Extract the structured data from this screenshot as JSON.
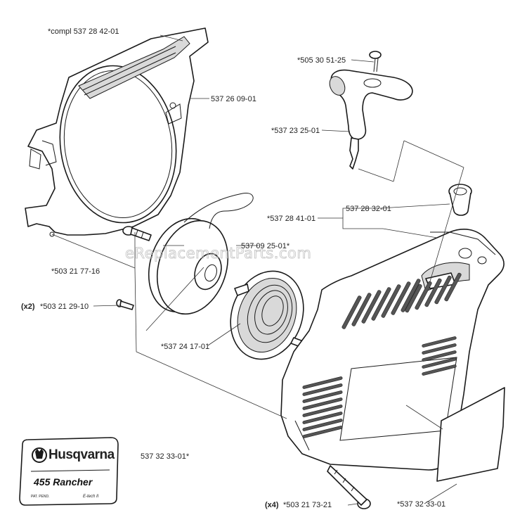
{
  "watermark": "eReplacementParts.com",
  "labels": {
    "housing_compl": "*compl 537 28 42-01",
    "housing": "537 26 09-01",
    "nut": "*505 30 51-25",
    "handle": "*537 23 25-01",
    "starter_cover": "*537 28 41-01",
    "guide": "537 28 32-01",
    "pulley": "537 09 25-01*",
    "bolt_left": "*503 21 77-16",
    "screw_qty": "(x2)",
    "screw": "*503 21 29-10",
    "spring": "*537 24 17-01",
    "decal_logo": "537 32 33-01*",
    "decal_right": "*537 32 33-01",
    "bolt_qty": "(x4)",
    "bolt_bottom": "*503 21 73-21"
  },
  "decal": {
    "brand": "Husqvarna",
    "model": "455 Rancher",
    "pat": "PAT. PEND.",
    "etech": "E-tech II"
  }
}
